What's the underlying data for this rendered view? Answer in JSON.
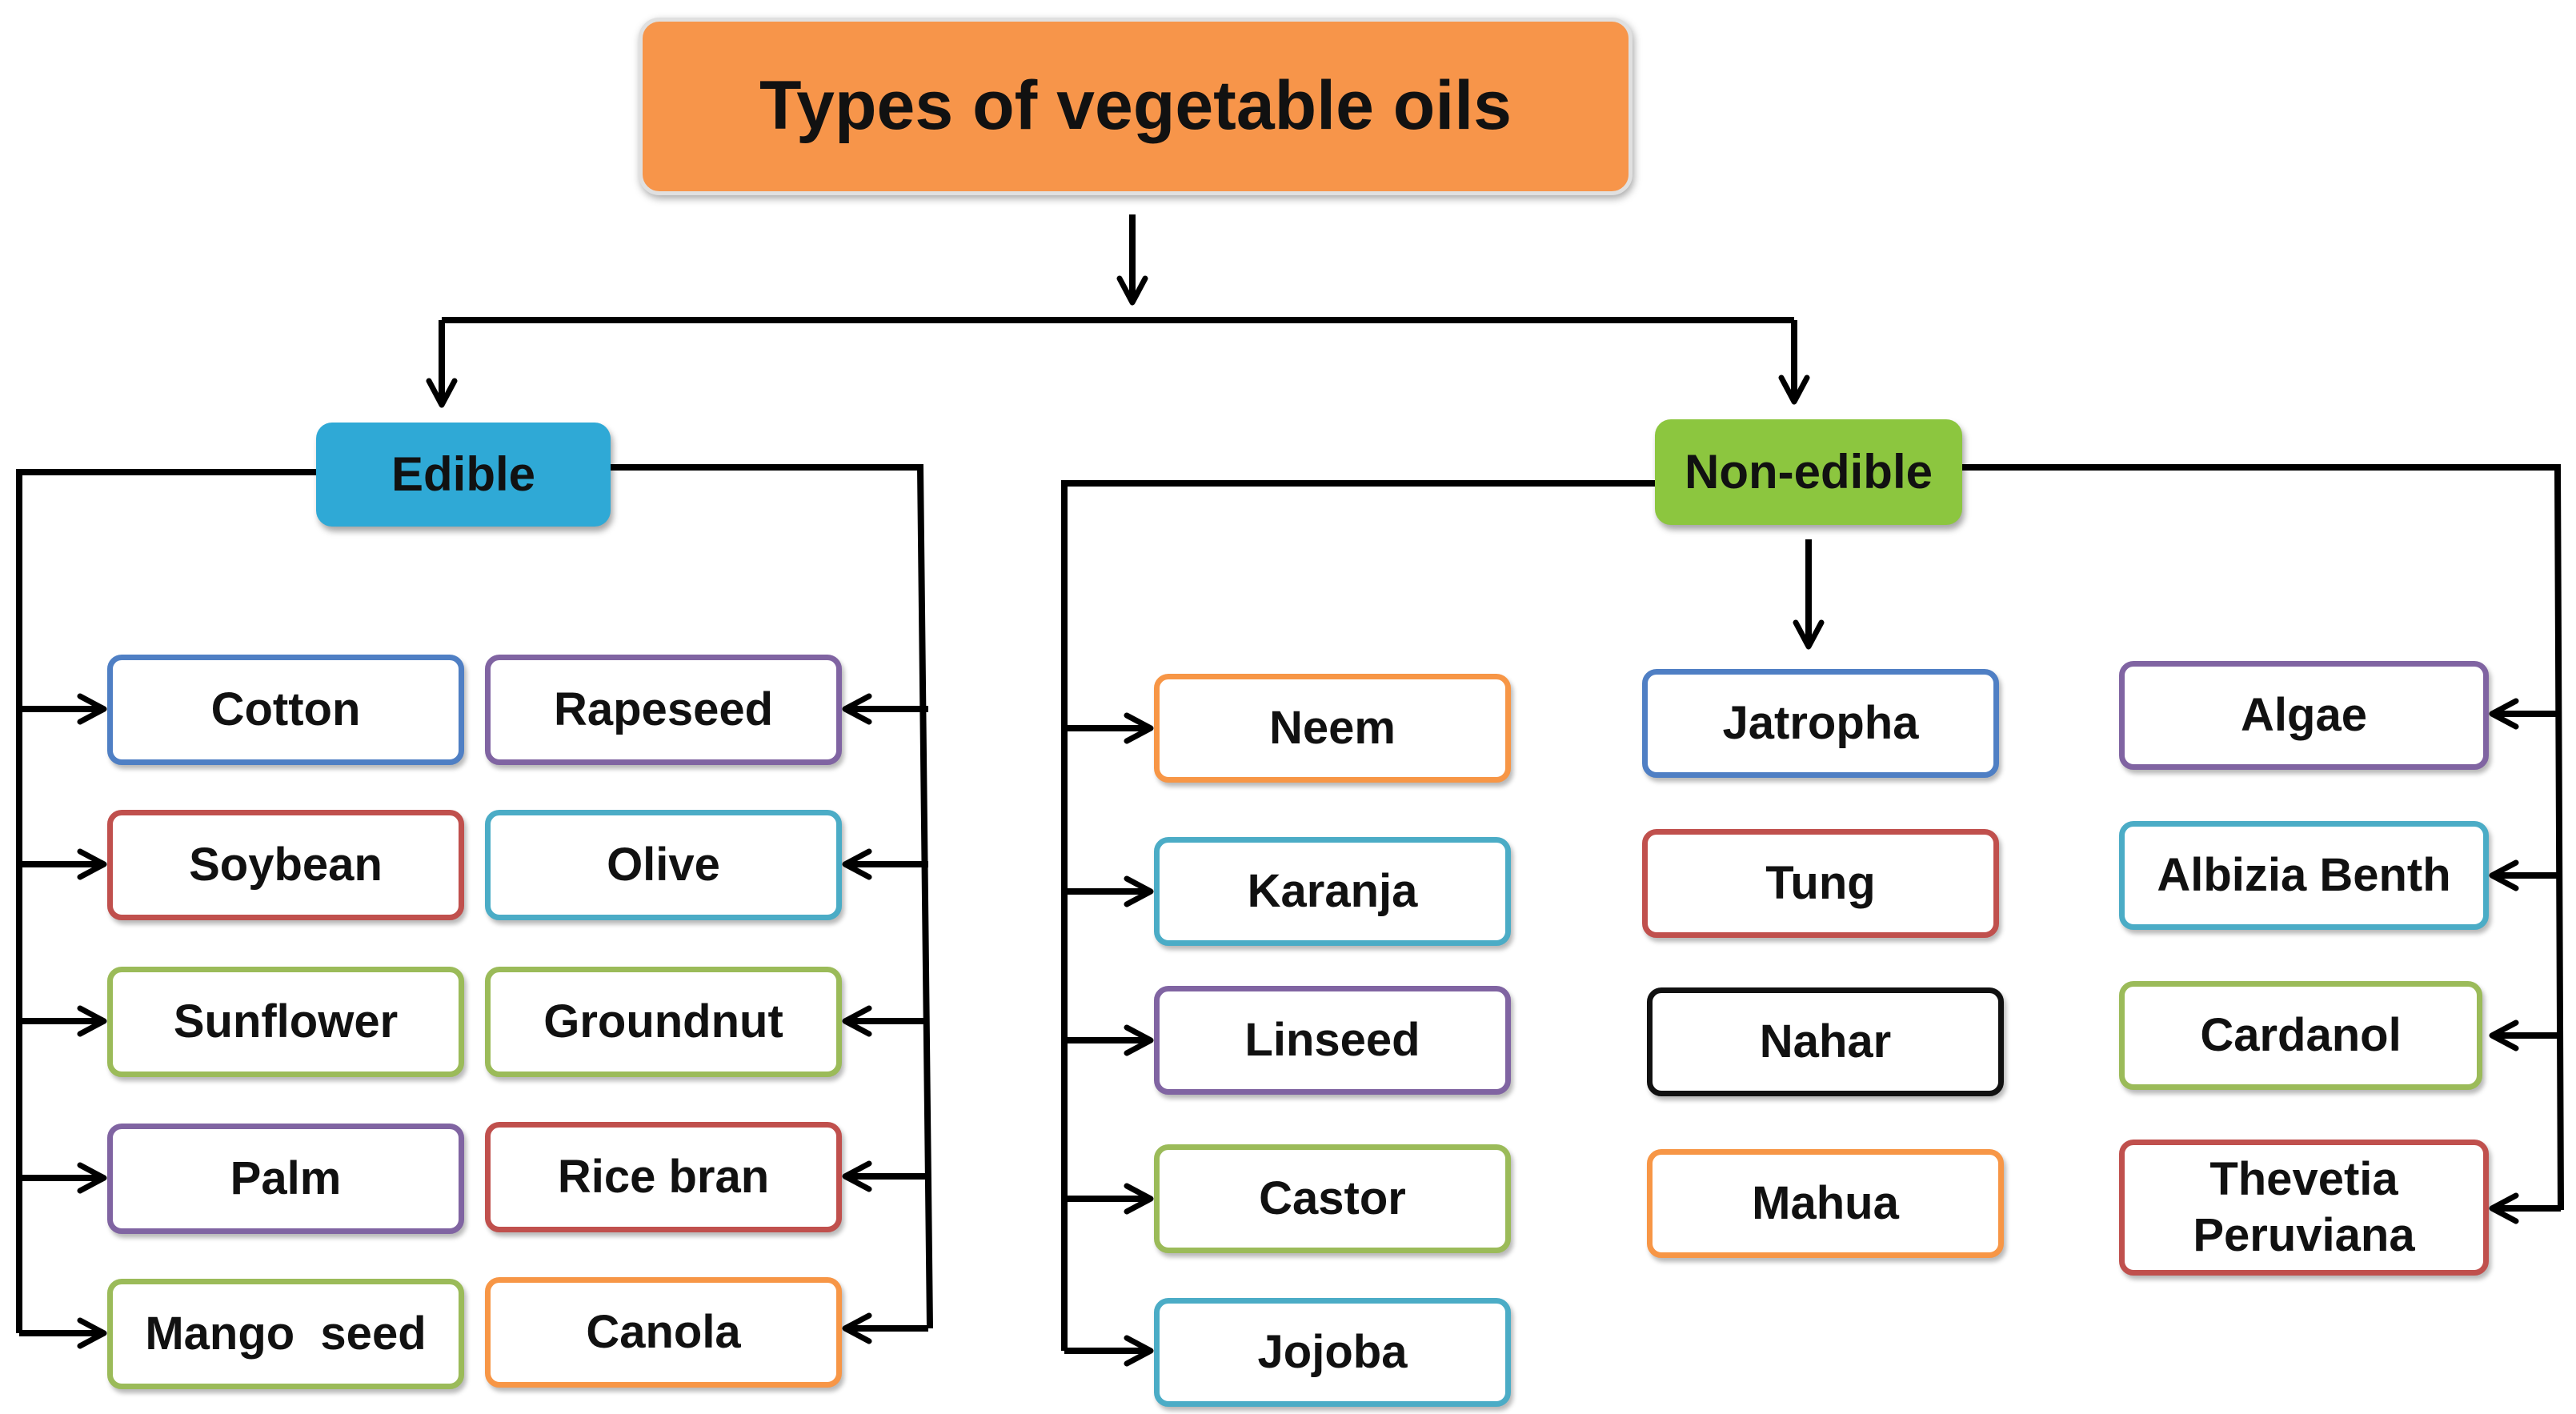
{
  "title": "Types of vegetable oils",
  "categories": {
    "edible": "Edible",
    "non_edible": "Non-edible"
  },
  "edible_left": [
    "Cotton",
    "Soybean",
    "Sunflower",
    "Palm",
    "Mango  seed"
  ],
  "edible_right": [
    "Rapeseed",
    "Olive",
    "Groundnut",
    "Rice bran",
    "Canola"
  ],
  "nonedible_left": [
    "Neem",
    "Karanja",
    "Linseed",
    "Castor",
    "Jojoba"
  ],
  "nonedible_middle": [
    "Jatropha",
    "Tung",
    "Nahar",
    "Mahua"
  ],
  "nonedible_right": [
    "Algae",
    "Albizia Benth",
    "Cardanol",
    "Thevetia\nPeruviana"
  ],
  "colors": {
    "title_fill": "#f7954a",
    "edible_fill": "#2fa9d6",
    "non_edible_fill": "#8cc63f",
    "blue": "#4f7fc4",
    "purple": "#8064a2",
    "red": "#c0504d",
    "teal": "#4bacc6",
    "green": "#9bbb59",
    "orange": "#f79646",
    "black": "#111111",
    "line": "#000000"
  }
}
